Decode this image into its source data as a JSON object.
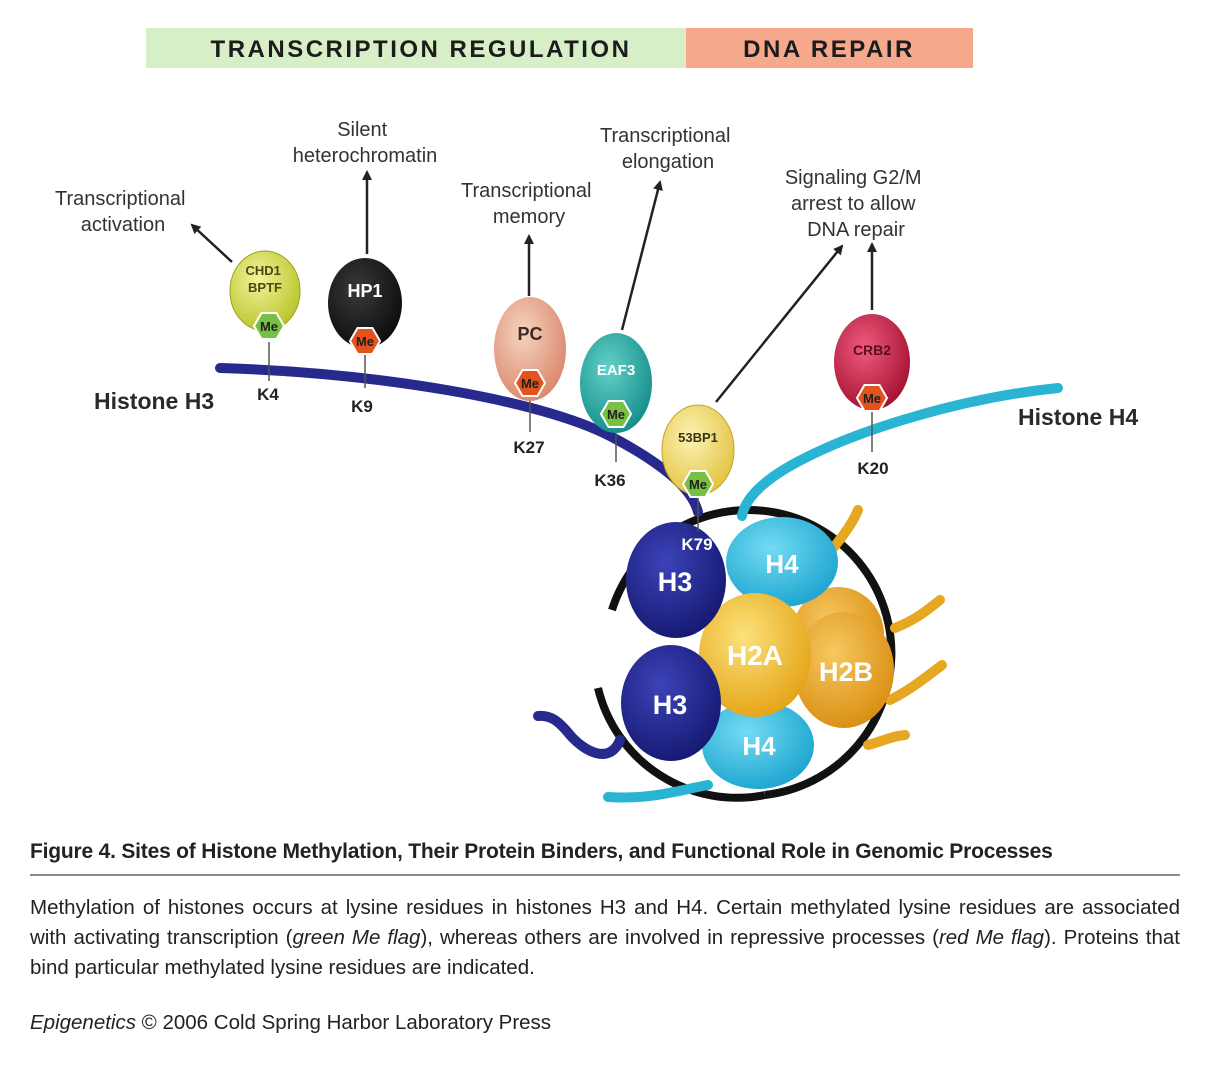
{
  "bands": {
    "left": {
      "label": "TRANSCRIPTION REGULATION",
      "color": "#d7efc6"
    },
    "right": {
      "label": "DNA REPAIR",
      "color": "#f6a88c"
    }
  },
  "functions": {
    "k4": [
      "Transcriptional",
      "activation"
    ],
    "k9": [
      "Silent",
      "heterochromatin"
    ],
    "k27": [
      "Transcriptional",
      "memory"
    ],
    "k36": [
      "Transcriptional",
      "elongation"
    ],
    "g2m": [
      "Signaling G2/M",
      "arrest to allow",
      "DNA repair"
    ]
  },
  "chains": {
    "h3": {
      "label": "Histone H3",
      "color": "#272a8c"
    },
    "h4": {
      "label": "Histone H4",
      "color": "#2ab4d4"
    }
  },
  "sites": {
    "k4": "K4",
    "k9": "K9",
    "k27": "K27",
    "k36": "K36",
    "k79": "K79",
    "k20": "K20"
  },
  "binders": {
    "k4": [
      "CHD1",
      "BPTF"
    ],
    "k9": "HP1",
    "k27": "PC",
    "k36": "EAF3",
    "k79": "53BP1",
    "k20": "CRB2"
  },
  "me_flag": {
    "label": "Me",
    "green": "#78c043",
    "red": "#e2531e"
  },
  "core": {
    "h3_top": "H3",
    "h3_bottom": "H3",
    "h4_top": "H4",
    "h4_bottom": "H4",
    "h2a": "H2A",
    "h2b": "H2B"
  },
  "caption": {
    "title": "Figure 4. Sites of Histone Methylation, Their Protein Binders, and Functional Role in Genomic Processes",
    "body_1": "Methylation of histones occurs at lysine residues in histones H3 and H4. Certain methylated lysine residues are associated with activating transcription (",
    "green_flag": "green Me flag",
    "body_2": "), whereas others are involved in repressive processes (",
    "red_flag": "red Me flag",
    "body_3": "). Proteins that bind particular methylated lysine residues are indicated.",
    "credit_title": "Epigenetics",
    "credit_rest": " © 2006 Cold Spring Harbor Laboratory Press"
  }
}
